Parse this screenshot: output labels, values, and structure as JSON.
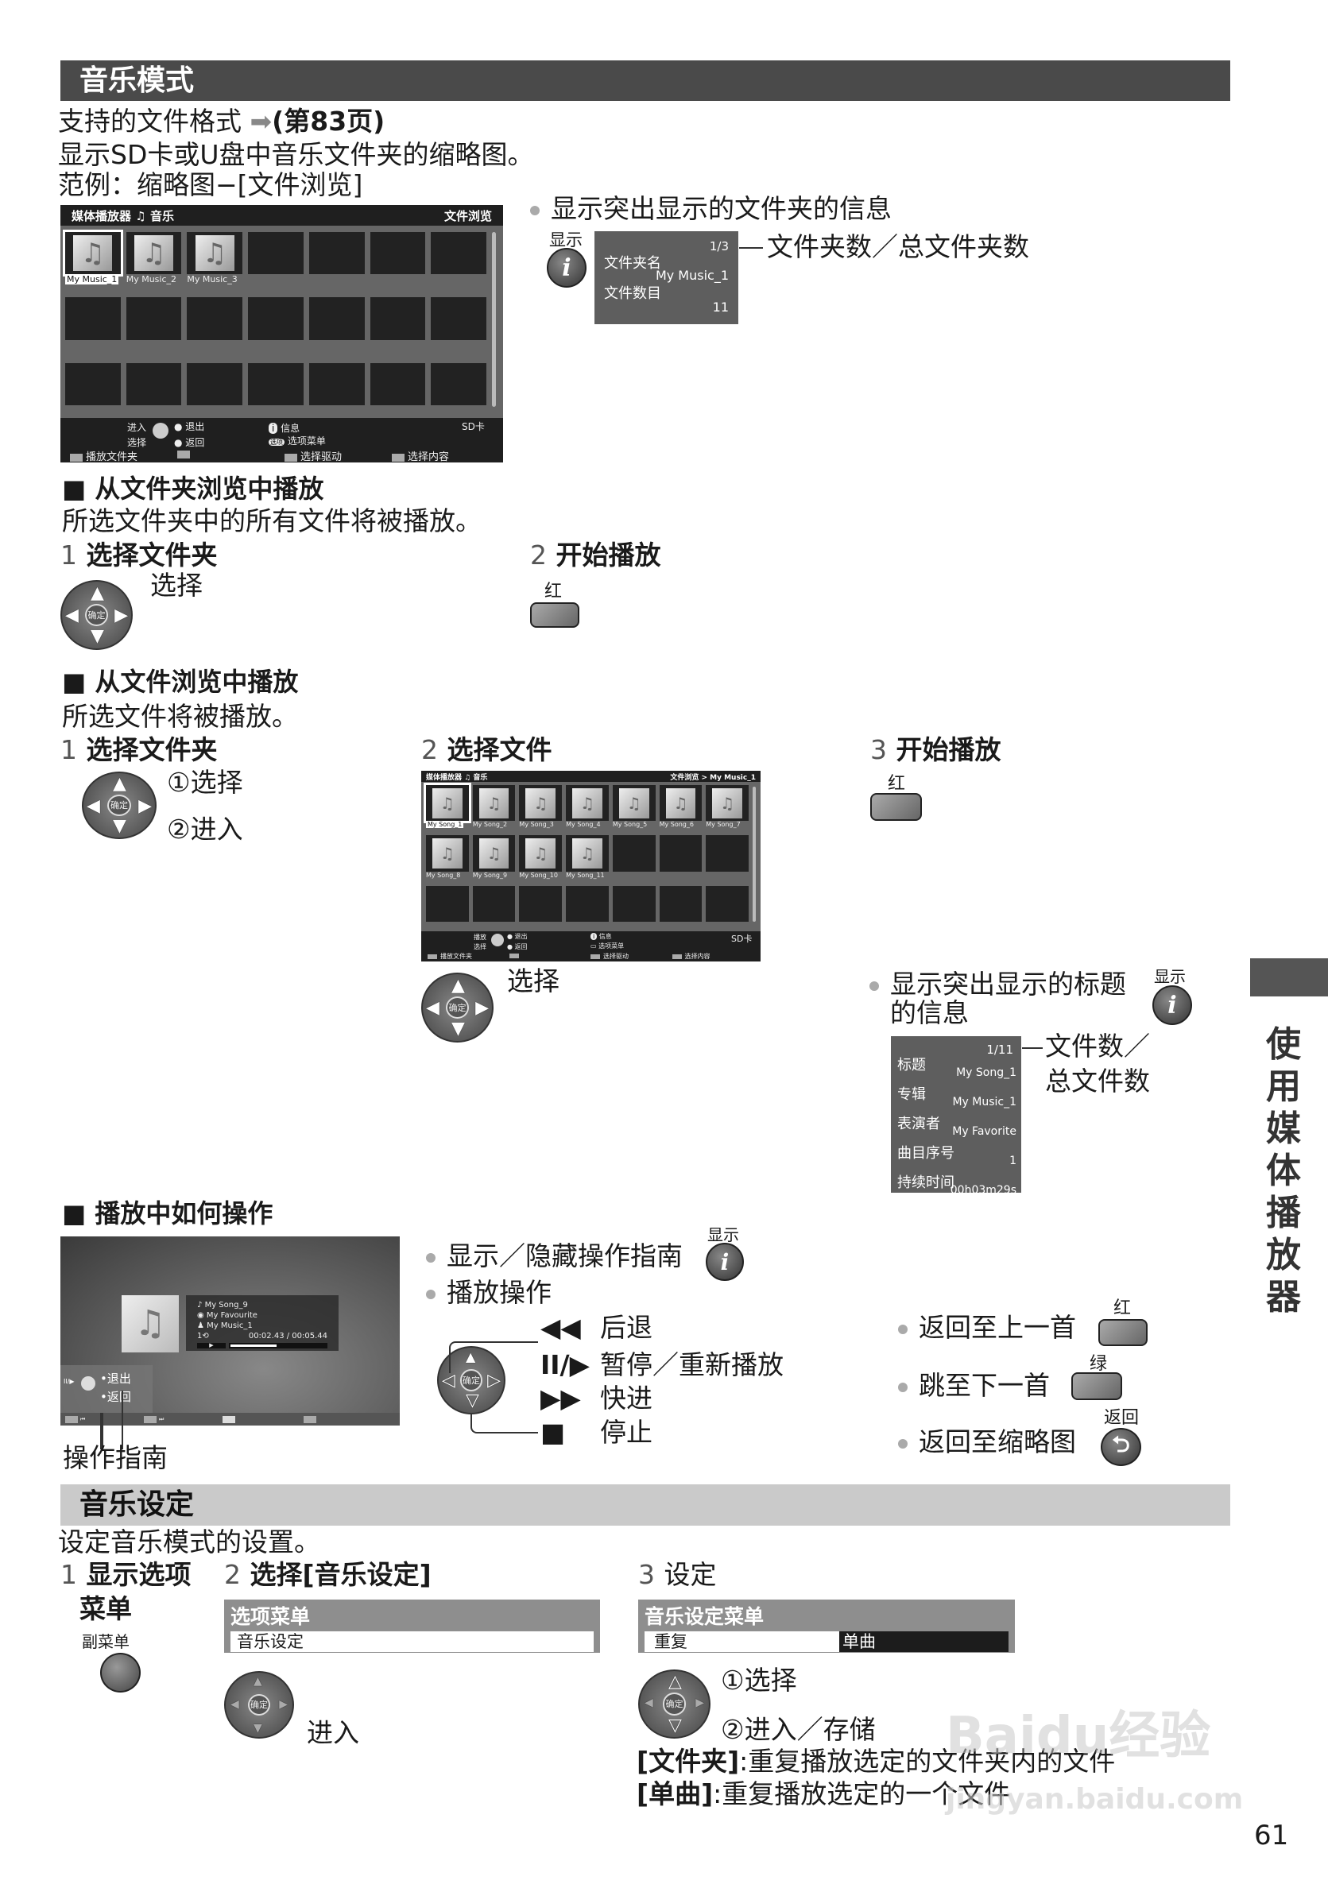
{
  "music_mode": {
    "header": "音乐模式",
    "line1": "支持的文件格式",
    "line1_ref": "(第83页)",
    "line2": "显示SD卡或U盘中音乐文件夹的缩略图。",
    "line3": "范例：缩略图−[文件浏览]",
    "screen1": {
      "title_left": "媒体播放器",
      "title_music": "音乐",
      "title_right": "文件浏览",
      "items": [
        "My Music_1",
        "My Music_2",
        "My Music_3"
      ],
      "cells": 21,
      "guide": {
        "enter": "进入",
        "select": "选择",
        "exit": "退出",
        "back": "返回",
        "info": "信息",
        "options": "选项菜单",
        "drive": "SD卡"
      },
      "color_keys": [
        "播放文件夹",
        "",
        "选择驱动",
        "选择内容"
      ]
    },
    "folder_info": {
      "bullet": "显示突出显示的文件夹的信息",
      "display_label": "显示",
      "count": "1/3",
      "name_label": "文件夹名",
      "name": "My Music_1",
      "files_label": "文件数目",
      "files": "11",
      "callout": "文件夹数／总文件夹数"
    }
  },
  "play_folder": {
    "heading": "从文件夹浏览中播放",
    "desc": "所选文件夹中的所有文件将被播放。",
    "step1_num": "1",
    "step1": "选择文件夹",
    "step1_select": "选择",
    "step2_num": "2",
    "step2": "开始播放",
    "red": "红",
    "ok": "确定"
  },
  "play_file": {
    "heading": "从文件浏览中播放",
    "desc": "所选文件将被播放。",
    "step1_num": "1",
    "step1": "选择文件夹",
    "sel1": "①选择",
    "enter": "②进入",
    "step2_num": "2",
    "step2": "选择文件",
    "sel2": "选择",
    "step3_num": "3",
    "step3": "开始播放",
    "red": "红",
    "screen2": {
      "title_left": "媒体播放器",
      "title_music": "音乐",
      "title_right": "文件浏览 > My Music_1",
      "items": [
        "My Song_1",
        "My Song_2",
        "My Song_3",
        "My Song_4",
        "My Song_5",
        "My Song_6",
        "My Song_7",
        "My Song_8",
        "My Song_9",
        "My Song_10",
        "My Song_11"
      ],
      "cells": 21,
      "guide": {
        "play": "播放",
        "select": "选择",
        "exit": "退出",
        "back": "返回",
        "info": "信息",
        "options": "选项菜单",
        "drive": "SD卡"
      },
      "color_keys": [
        "播放文件夹",
        "",
        "选择驱动",
        "选择内容"
      ]
    },
    "title_info": {
      "bullet_l1": "显示突出显示的标题",
      "bullet_l2": "的信息",
      "display_label": "显示",
      "count": "1/11",
      "rows": [
        {
          "k": "标题",
          "v": "My Song_1"
        },
        {
          "k": "专辑",
          "v": "My Music_1"
        },
        {
          "k": "表演者",
          "v": "My Favorite"
        },
        {
          "k": "曲目序号",
          "v": "1"
        },
        {
          "k": "持续时间",
          "v": "00h03m29s"
        }
      ],
      "callout_l1": "文件数／",
      "callout_l2": "总文件数"
    }
  },
  "during_play": {
    "heading": "播放中如何操作",
    "screen3": {
      "song": "My Song_9",
      "album": "My Favourite",
      "artist": "My Music_1",
      "repeat": "1",
      "time": "00:02.43 / 00:05.44",
      "progress": 0.47,
      "exit": "退出",
      "back": "返回",
      "pause": "II/▶"
    },
    "guide_label": "操作指南",
    "show_hide": "显示／隐藏操作指南",
    "display_label": "显示",
    "play_ops": "播放操作",
    "ops": [
      {
        "sym": "◀◀",
        "label": "后退"
      },
      {
        "sym": "II/▶",
        "label": "暂停／重新播放"
      },
      {
        "sym": "▶▶",
        "label": "快进"
      },
      {
        "sym": "■",
        "label": "停止"
      }
    ],
    "prev": "返回至上一首",
    "prev_key": "红",
    "next": "跳至下一首",
    "next_key": "绿",
    "thumb": "返回至缩略图",
    "thumb_key": "返回"
  },
  "music_settings": {
    "header": "音乐设定",
    "desc": "设定音乐模式的设置。",
    "step1_num": "1",
    "step1_l1": "显示选项",
    "step1_l2": "菜单",
    "submenu": "副菜单",
    "step2_num": "2",
    "step2": "选择[音乐设定]",
    "menu1_title": "选项菜单",
    "menu1_item": "音乐设定",
    "enter": "进入",
    "step3_num": "3",
    "step3": "设定",
    "menu2_title": "音乐设定菜单",
    "menu2_key": "重复",
    "menu2_val": "单曲",
    "sel": "①选择",
    "store": "②进入／存储",
    "note1_key": "[文件夹]",
    "note1": ":重复播放选定的文件夹内的文件",
    "note2_key": "[单曲]",
    "note2": ":重复播放选定的一个文件"
  },
  "side_tab": "使用媒体播放器",
  "page_number": "61",
  "watermark": "Baidu经验 jingyan.baidu.com"
}
